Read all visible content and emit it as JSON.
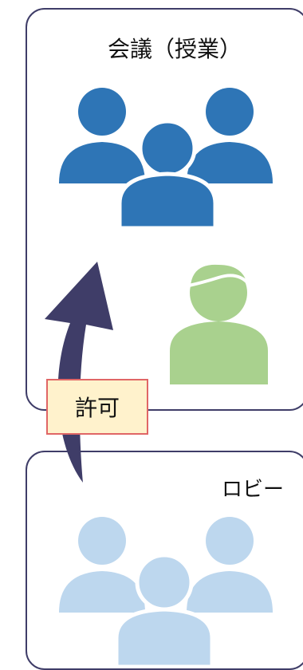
{
  "meeting": {
    "title": "会議（授業）"
  },
  "lobby": {
    "title": "ロビー"
  },
  "admit": {
    "label": "許可"
  },
  "colors": {
    "panel_border": "#3f3d68",
    "meeting_people": "#2e75b6",
    "admitted_person": "#a9d18e",
    "lobby_people": "#bdd7ee",
    "arrow": "#3f3d68",
    "badge_fill": "#fff2cc",
    "badge_border": "#e06666"
  },
  "icons": {
    "meeting_group": "people-group-icon",
    "admitted_user": "person-icon",
    "lobby_group": "people-group-icon",
    "arrow": "up-arrow-icon"
  }
}
